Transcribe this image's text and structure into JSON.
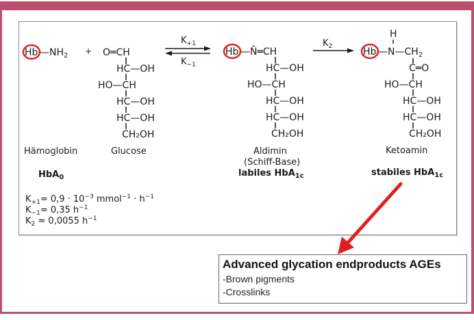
{
  "colors": {
    "frame": "#bd4f6e",
    "highlight_circle": "#e02020",
    "arrow": "#e02020",
    "text": "#1a1a1a"
  },
  "reaction": {
    "hemoglobin": {
      "hb": "Hb",
      "group": "—NH",
      "group_sub": "2",
      "label": "Hämoglobin",
      "form": "HbA",
      "form_sub": "0"
    },
    "plus": "+",
    "glucose": {
      "label": "Glucose",
      "rows": [
        "O═CH",
        "HC—OH",
        "HO—CH",
        "HC—OH",
        "HC—OH",
        "CH₂OH"
      ]
    },
    "equilibrium": {
      "forward": "K",
      "forward_sub": "+1",
      "backward": "K",
      "backward_sub": "−1"
    },
    "aldimin": {
      "hb": "Hb",
      "group": "—N̄═CH",
      "rows": [
        "HC—OH",
        "HO—CH",
        "HC—OH",
        "HC—OH",
        "CH₂OH"
      ],
      "label": "Aldimin",
      "label2": "(Schiff-Base)",
      "form": "labiles HbA",
      "form_sub": "1c"
    },
    "step2": {
      "rate": "K",
      "rate_sub": "2"
    },
    "ketoamin": {
      "hb": "Hb",
      "h_top": "H",
      "group": "—N—CH",
      "group_sub": "2",
      "rows": [
        "C═O",
        "HO—CH",
        "HC—OH",
        "HC—OH",
        "CH₂OH"
      ],
      "label": "Ketoamin",
      "form": "stabiles HbA",
      "form_sub": "1c"
    }
  },
  "rate_constants": [
    {
      "symbol": "K",
      "sub": "+1",
      "value": "= 0,9 · 10",
      "exp": "−3",
      "unit": " mmol",
      "unit_exp": "−1",
      "unit2": " · h",
      "unit2_exp": "−1"
    },
    {
      "symbol": "K",
      "sub": "−1",
      "value": "= 0,35 h",
      "exp": "−1"
    },
    {
      "symbol": "K",
      "sub": "2",
      "value": " = 0,0055 h",
      "exp": "−1"
    }
  ],
  "ages": {
    "title": "Advanced glycation endproducts AGEs",
    "items": [
      "-Brown pigments",
      "-Crosslinks"
    ]
  }
}
